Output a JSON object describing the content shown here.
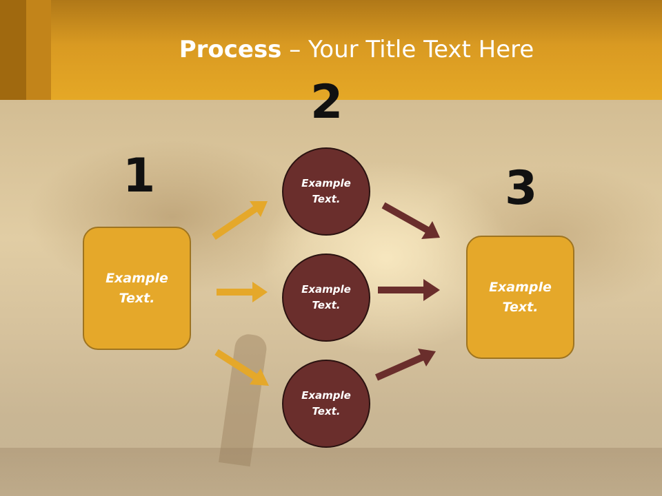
{
  "title": {
    "bold": "Process",
    "rest": " – Your Title Text Here"
  },
  "steps": {
    "one": "1",
    "two": "2",
    "three": "3"
  },
  "boxes": {
    "left": "Example Text.",
    "right": "Example Text."
  },
  "circles": {
    "top": "Example Text.",
    "middle": "Example Text.",
    "bottom": "Example Text."
  },
  "colors": {
    "header": "#e5a826",
    "box": "#e5a82a",
    "circle": "#6a2e2c",
    "arrow_gold": "#e5a82a",
    "arrow_maroon": "#6a2e2c"
  }
}
